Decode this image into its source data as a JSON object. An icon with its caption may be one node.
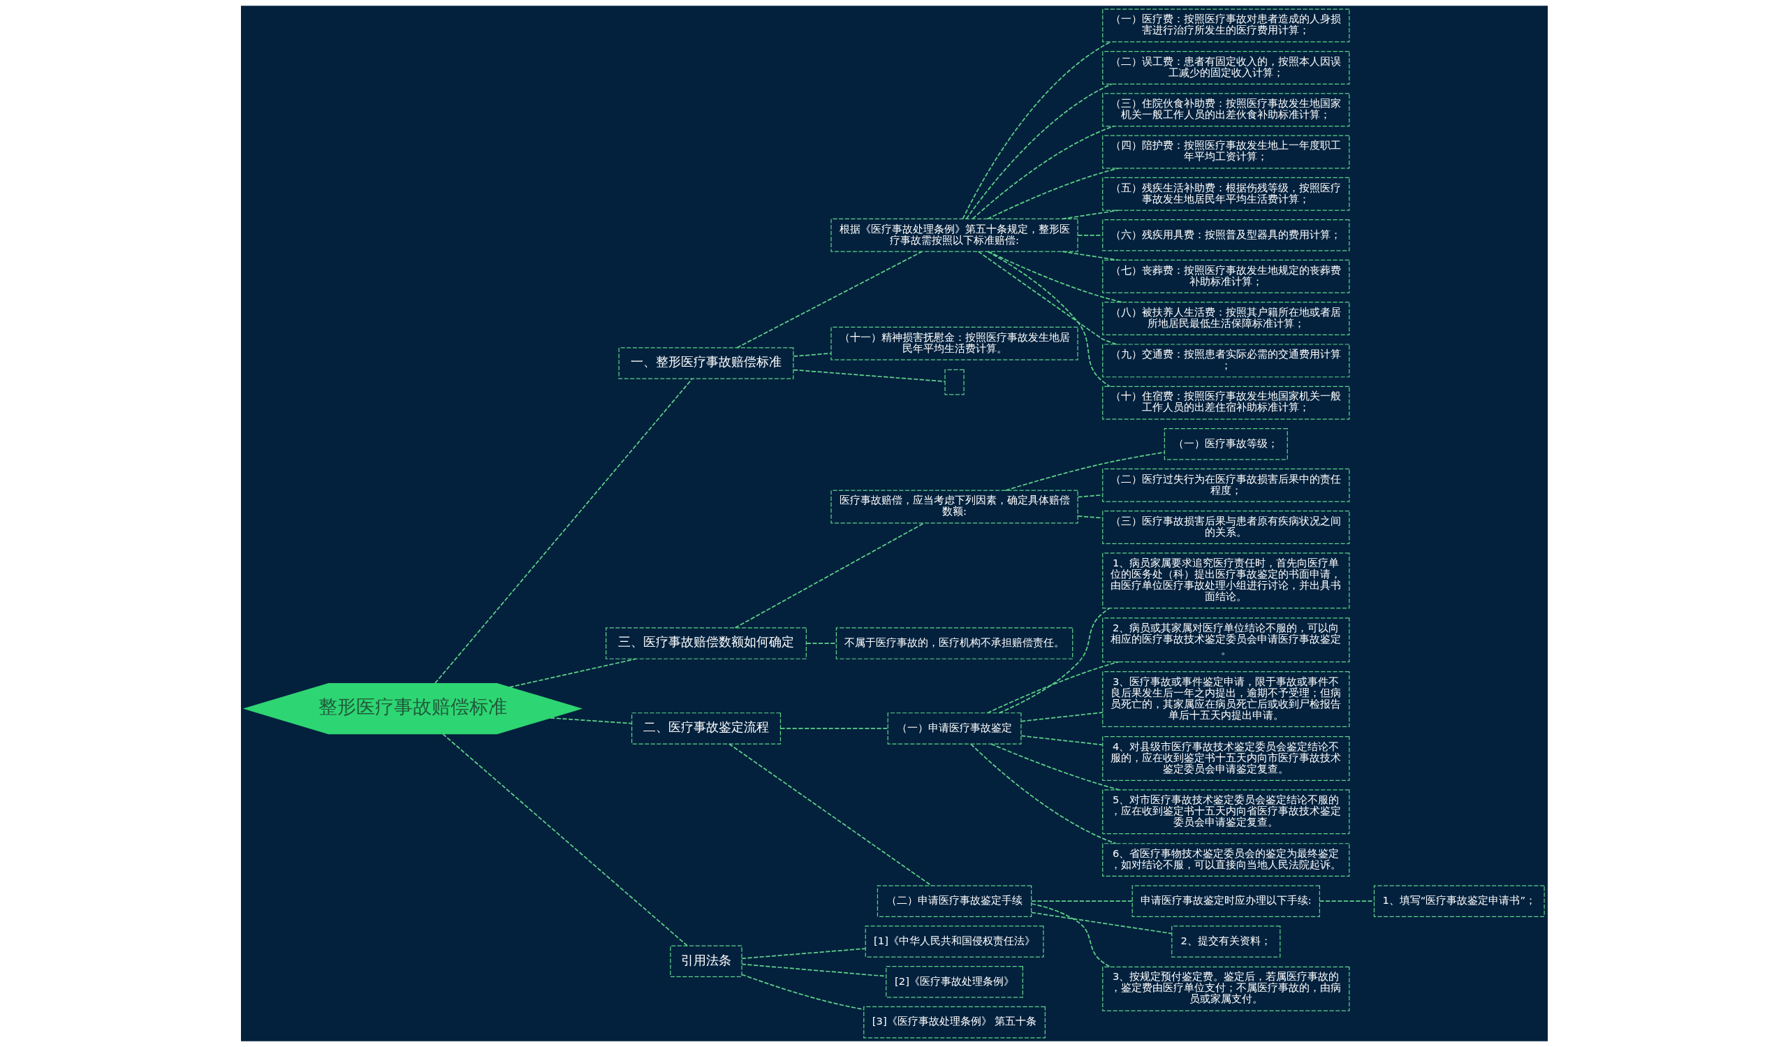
{
  "diagram": {
    "nodes": [
      {
        "text": [
          "整形医疗事故赔偿标准"
        ]
      },
      {
        "text": [
          "一、整形医疗事故赔偿标准"
        ]
      },
      {
        "text": [
          "根据《医疗事故处理条例》第五十条规定，整形医疗事故需按照以下标准赔偿:"
        ]
      },
      {
        "text": [
          "（一）医疗费：按照医疗事故对患者造成的人身损害进行治疗所发生的医疗费用计算；"
        ]
      },
      {
        "text": [
          "（二）误工费：患者有固定收入的，按照本人因误工减少的固定收入计算；"
        ]
      },
      {
        "text": [
          "（三）住院伙食补助费：按照医疗事故发生地国家机关一般工作人员的出差伙食补助标准计算；"
        ]
      },
      {
        "text": [
          "（四）陪护费：按照医疗事故发生地上一年度职工年平均工资计算；"
        ]
      },
      {
        "text": [
          "（五）残疾生活补助费：根据伤残等级，按照医疗事故发生地居民年平均生活费计算；"
        ]
      },
      {
        "text": [
          "（六）残疾用具费：按照普及型器具的费用计算；"
        ]
      },
      {
        "text": [
          "（七）丧葬费：按照医疗事故发生地规定的丧葬费补助标准计算；"
        ]
      },
      {
        "text": [
          "（八）被扶养人生活费：按照其户籍所在地或者居所地居民最低生活保障标准计算；"
        ]
      },
      {
        "text": [
          "（九）交通费：按照患者实际必需的交通费用计算；"
        ]
      },
      {
        "text": [
          "（十）住宿费：按照医疗事故发生地国家机关一般工作人员的出差住宿补助标准计算；"
        ]
      },
      {
        "text": [
          "（十一）精神损害抚慰金：按照医疗事故发生地居民年平均生活费计算。"
        ]
      },
      {
        "text": [],
        "shape": "box"
      },
      {
        "text": [
          "三、医疗事故赔偿数额如何确定"
        ]
      },
      {
        "text": [
          "医疗事故赔偿，应当考虑下列因素，确定具体赔偿数额:"
        ]
      },
      {
        "text": [
          "（一）医疗事故等级；"
        ]
      },
      {
        "text": [
          "（二）医疗过失行为在医疗事故损害后果中的责任程度；"
        ]
      },
      {
        "text": [
          "（三）医疗事故损害后果与患者原有疾病状况之间的关系。"
        ]
      },
      {
        "text": [
          "不属于医疗事故的，医疗机构不承担赔偿责任。"
        ]
      },
      {
        "text": [
          "二、医疗事故鉴定流程"
        ]
      },
      {
        "text": [
          "（一）申请医疗事故鉴定"
        ]
      },
      {
        "text": [
          "1、病员家属要求追究医疗责任时，首先向医疗单位的医务处（科）提出医疗事故鉴定的书面申请，由医疗单位医疗事故处理小组进行讨论，并出具书面结论。"
        ]
      },
      {
        "text": [
          "2、病员或其家属对医疗单位结论不服的，可以向相应的医疗事故技术鉴定委员会申请医疗事故鉴定。"
        ]
      },
      {
        "text": [
          "3、医疗事故或事件鉴定申请，限于事故或事件不良后果发生后一年之内提出，逾期不予受理；但病员死亡的，其家属应在病员死亡后或收到尸检报告单后十五天内提出申请。"
        ]
      },
      {
        "text": [
          "4、对县级市医疗事故技术鉴定委员会鉴定结论不服的，应在收到鉴定书十五天内向市医疗事故技术鉴定委员会申请鉴定复查。"
        ]
      },
      {
        "text": [
          "5、对市医疗事故技术鉴定委员会鉴定结论不服的，应在收到鉴定书十五天内向省医疗事故技术鉴定委员会申请鉴定复查。"
        ]
      },
      {
        "text": [
          "6、省医疗事物技术鉴定委员会的鉴定为最终鉴定，如对结论不服，可以直接向当地人民法院起诉。"
        ]
      },
      {
        "text": [
          "（二）申请医疗事故鉴定手续"
        ]
      },
      {
        "text": [
          "申请医疗事故鉴定时应办理以下手续:"
        ]
      },
      {
        "text": [
          "1、填写“医疗事故鉴定申请书”；"
        ]
      },
      {
        "text": [
          "2、提交有关资料；"
        ]
      },
      {
        "text": [
          "3、按规定预付鉴定费。鉴定后，若属医疗事故的，鉴定费由医疗单位支付；不属医疗事故的，由病员或家属支付。"
        ]
      },
      {
        "text": [
          "引用法条"
        ]
      },
      {
        "text": [
          "[1]《中华人民共和国侵权责任法》"
        ]
      },
      {
        "text": [
          "[2]《医疗事故处理条例》"
        ]
      },
      {
        "text": [
          "[3]《医疗事故处理条例》 第五十条"
        ]
      }
    ],
    "edges": [
      {
        "from": 0,
        "to": 1,
        "arrow": "none"
      },
      {
        "from": 1,
        "to": 2,
        "arrow": "none"
      },
      {
        "from": 2,
        "to": 3,
        "arrow": "none"
      },
      {
        "from": 2,
        "to": 4,
        "arrow": "none"
      },
      {
        "from": 2,
        "to": 5,
        "arrow": "none"
      },
      {
        "from": 2,
        "to": 6,
        "arrow": "none"
      },
      {
        "from": 2,
        "to": 7,
        "arrow": "none"
      },
      {
        "from": 2,
        "to": 8,
        "arrow": "none"
      },
      {
        "from": 2,
        "to": 9,
        "arrow": "none"
      },
      {
        "from": 2,
        "to": 10,
        "arrow": "none"
      },
      {
        "from": 2,
        "to": 11,
        "arrow": "none"
      },
      {
        "from": 2,
        "to": 12,
        "arrow": "none"
      },
      {
        "from": 1,
        "to": 13,
        "arrow": "none"
      },
      {
        "from": 1,
        "to": 14,
        "arrow": "none"
      },
      {
        "from": 0,
        "to": 15,
        "arrow": "none"
      },
      {
        "from": 15,
        "to": 16,
        "arrow": "none"
      },
      {
        "from": 16,
        "to": 17,
        "arrow": "none"
      },
      {
        "from": 16,
        "to": 18,
        "arrow": "none"
      },
      {
        "from": 16,
        "to": 19,
        "arrow": "none"
      },
      {
        "from": 15,
        "to": 20,
        "arrow": "none"
      },
      {
        "from": 0,
        "to": 21,
        "arrow": "none"
      },
      {
        "from": 21,
        "to": 22,
        "arrow": "none"
      },
      {
        "from": 22,
        "to": 23,
        "arrow": "none"
      },
      {
        "from": 22,
        "to": 24,
        "arrow": "none"
      },
      {
        "from": 22,
        "to": 25,
        "arrow": "none"
      },
      {
        "from": 22,
        "to": 26,
        "arrow": "none"
      },
      {
        "from": 22,
        "to": 27,
        "arrow": "none"
      },
      {
        "from": 22,
        "to": 28,
        "arrow": "none"
      },
      {
        "from": 21,
        "to": 29,
        "arrow": "none"
      },
      {
        "from": 29,
        "to": 30,
        "arrow": "none"
      },
      {
        "from": 30,
        "to": 31,
        "arrow": "none"
      },
      {
        "from": 29,
        "to": 32,
        "arrow": "none"
      },
      {
        "from": 29,
        "to": 33,
        "arrow": "none"
      },
      {
        "from": 0,
        "to": 34,
        "arrow": "none"
      },
      {
        "from": 34,
        "to": 35,
        "arrow": "none"
      },
      {
        "from": 34,
        "to": 36,
        "arrow": "none"
      },
      {
        "from": 34,
        "to": 37,
        "arrow": "none"
      }
    ]
  }
}
